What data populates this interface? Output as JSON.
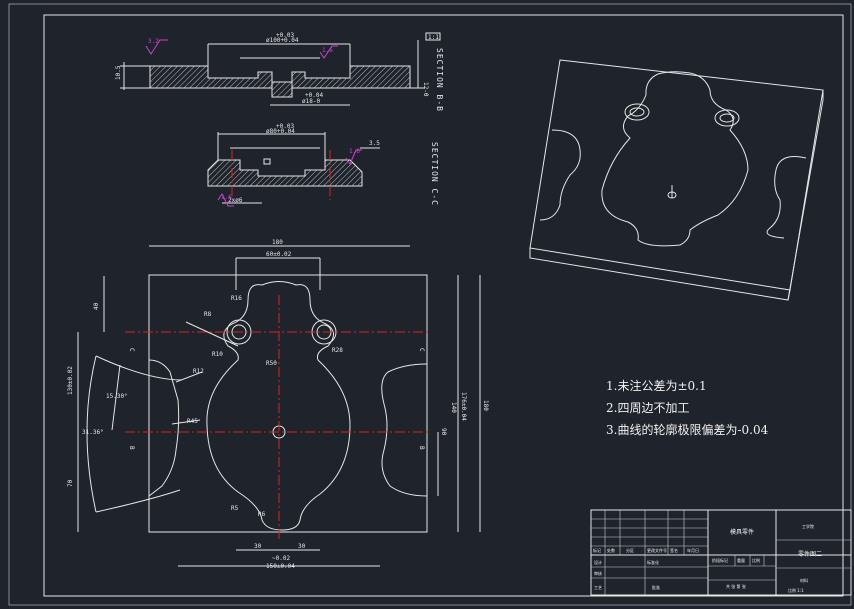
{
  "drawing": {
    "section_bb_label": "SECTION B-B",
    "section_cc_label": "SECTION C-C",
    "roughness_marks": [
      "3.2",
      "1.6",
      "1.6",
      "1.6"
    ],
    "dimensions": {
      "top_width": "+0.03",
      "top_width_main": "ø100+0.04",
      "top_small": "+0.04",
      "top_bore": "ø18-0",
      "top_left_height": "10.5",
      "top_right_height": "12-0",
      "mid_tol": "+0.03",
      "mid_width": "ø80+0.04",
      "mid_depth": "3.5",
      "mid_holes": "2xø6",
      "plan_width": "180",
      "plan_top_width": "60±0.02",
      "plan_left_40": "40",
      "plan_r16": "R16",
      "plan_r8": "R8",
      "plan_r10": "R10",
      "plan_r50": "R50",
      "plan_r28": "R28",
      "plan_r12": "R12",
      "plan_r45": "R45",
      "plan_angle1": "15.30°",
      "plan_angle2": "31.36°",
      "plan_left_height": "130±0.02",
      "plan_left_70": "70",
      "plan_right_140": "140",
      "plan_right_tol": "176±0.04",
      "plan_right_180": "180",
      "plan_right_90": "90",
      "plan_bottom_30a": "30",
      "plan_bottom_30b": "30",
      "plan_bottom_tol1": "~0.02",
      "plan_bottom_width": "150±0.04",
      "plan_r5": "R5",
      "plan_r6": "R6",
      "marker_c_left": "C",
      "marker_c_right": "C",
      "marker_b_left": "B",
      "marker_b_right": "B",
      "datum": "1:1"
    }
  },
  "notes": [
    "1.未注公差为±0.1",
    "2.四周边不加工",
    "3.曲线的轮廓极限偏差为-0.04"
  ],
  "title_block": {
    "main_title": "模具零件",
    "school": "工学院",
    "drawing_name": "零件图二",
    "sheet_info": "比例 1:1",
    "row_labels": [
      "标记",
      "处数",
      "分区",
      "更改文件号",
      "签名",
      "年月日"
    ],
    "designer": "设计",
    "reviewer": "审核",
    "process": "工艺",
    "approve": "批准",
    "std": "标准化",
    "stage": "阶段标记",
    "weight": "重量",
    "scale": "比例",
    "total": "共 张 第 张",
    "material": "材料"
  },
  "colors": {
    "background": "#1e232c",
    "lines": "#e6e6e6",
    "centerline": "#e02020",
    "roughness": "#d040d0"
  }
}
